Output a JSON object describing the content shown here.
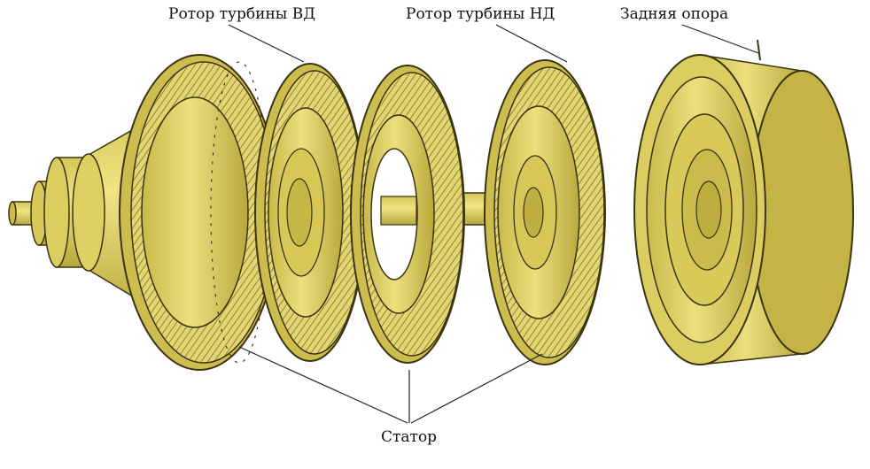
{
  "labels": {
    "hp_rotor": "Ротор турбины ВД",
    "lp_rotor": "Ротор турбины НД",
    "rear_support": "Задняя опора",
    "stator": "Статор"
  },
  "colors": {
    "metal_light": "#e8dc7a",
    "metal_mid": "#d8c95a",
    "metal_dark": "#a89830",
    "outline": "#3a3410",
    "leader": "#222222"
  }
}
